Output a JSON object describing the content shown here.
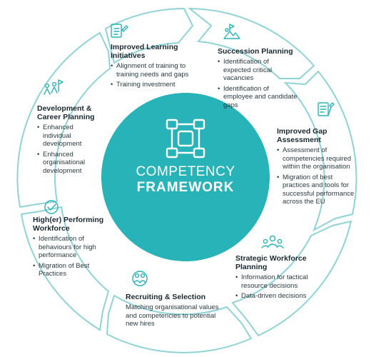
{
  "center": {
    "line1": "COMPETENCY",
    "line2": "FRAMEWORK",
    "icon": "four-hands-linked-icon"
  },
  "colors": {
    "accent": "#27b3b8",
    "ring": "#8fd3d6",
    "text": "#1f2d33"
  },
  "segments": [
    {
      "id": "learning",
      "title": "Improved Learning Initiatives",
      "icon": "clipboard-icon",
      "bullets": [
        "Alignment of training to training needs and gaps",
        "Training investment"
      ]
    },
    {
      "id": "succession",
      "title": "Succession Planning",
      "icon": "mountain-flag-icon",
      "bullets": [
        "Identification of expected  critical vacancies",
        "Identification of employee and candidate gaps"
      ]
    },
    {
      "id": "gap",
      "title": "Improved Gap Assessment",
      "icon": "document-pen-icon",
      "bullets": [
        "Assessment of competencies required within the organisation",
        "Migration of best practices and tools for successful performance across the EU"
      ]
    },
    {
      "id": "strategic",
      "title": "Strategic Workforce Planning",
      "icon": "people-group-icon",
      "bullets": [
        "Information for tactical resource decisions",
        "Data-driven decisions"
      ]
    },
    {
      "id": "recruiting",
      "title": "Recruiting & Selection",
      "icon": "people-circle-icon",
      "text": "Matching organisational values and competencies to potential new hires"
    },
    {
      "id": "performing",
      "title": "High(er) Performing Workforce",
      "icon": "checkmark-badge-icon",
      "bullets": [
        "Identification of behaviours for high performance",
        "Migration of Best Practices"
      ]
    },
    {
      "id": "development",
      "title": "Development & Career Planning",
      "icon": "people-flag-icon",
      "bullets": [
        "Enhanced individual development",
        "Enhanced organisational development"
      ]
    }
  ]
}
